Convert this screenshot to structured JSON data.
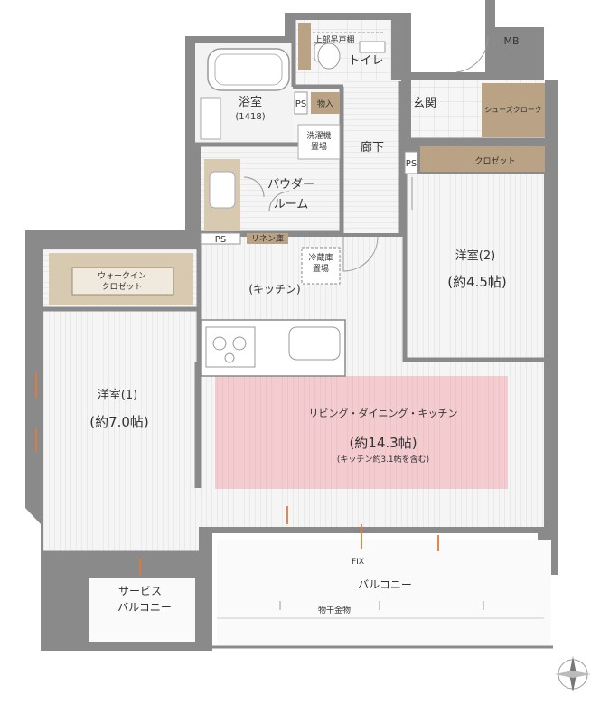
{
  "labels": {
    "upper_cabinet": "上部吊戸棚",
    "toilet": "トイレ",
    "mb": "MB",
    "bathroom": "浴室",
    "bathroom_size": "(1418)",
    "ps": "PS",
    "storage": "物入",
    "entrance": "玄関",
    "shoe_closet": "シューズクローク",
    "laundry_1": "洗濯機",
    "laundry_2": "置場",
    "hallway": "廊下",
    "closet": "クロゼット",
    "powder_1": "パウダー",
    "powder_2": "ルーム",
    "linen": "リネン庫",
    "fridge_1": "冷蔵庫",
    "fridge_2": "置場",
    "western2": "洋室(2)",
    "western2_size": "(約4.5帖)",
    "walkin_1": "ウォークイン",
    "walkin_2": "クロゼット",
    "kitchen": "(キッチン)",
    "western1": "洋室(1)",
    "western1_size": "(約7.0帖)",
    "ldk": "リビング・ダイニング・キッチン",
    "ldk_size": "(約14.3帖)",
    "ldk_note": "(キッチン約3.1帖を含む)",
    "fix": "FIX",
    "service_balcony_1": "サービス",
    "service_balcony_2": "バルコニー",
    "balcony": "バルコニー",
    "drying_hardware": "物干金物"
  },
  "colors": {
    "wall": "#8a8a8a",
    "wall_dark": "#6e6e6e",
    "floor": "#f3f3f3",
    "floor_line": "#d8d8d8",
    "wood": "#b9a384",
    "wood_light": "#d8c9b1",
    "ldk_highlight": "#f2c9cc",
    "text": "#333333",
    "orange": "#e07b39"
  }
}
